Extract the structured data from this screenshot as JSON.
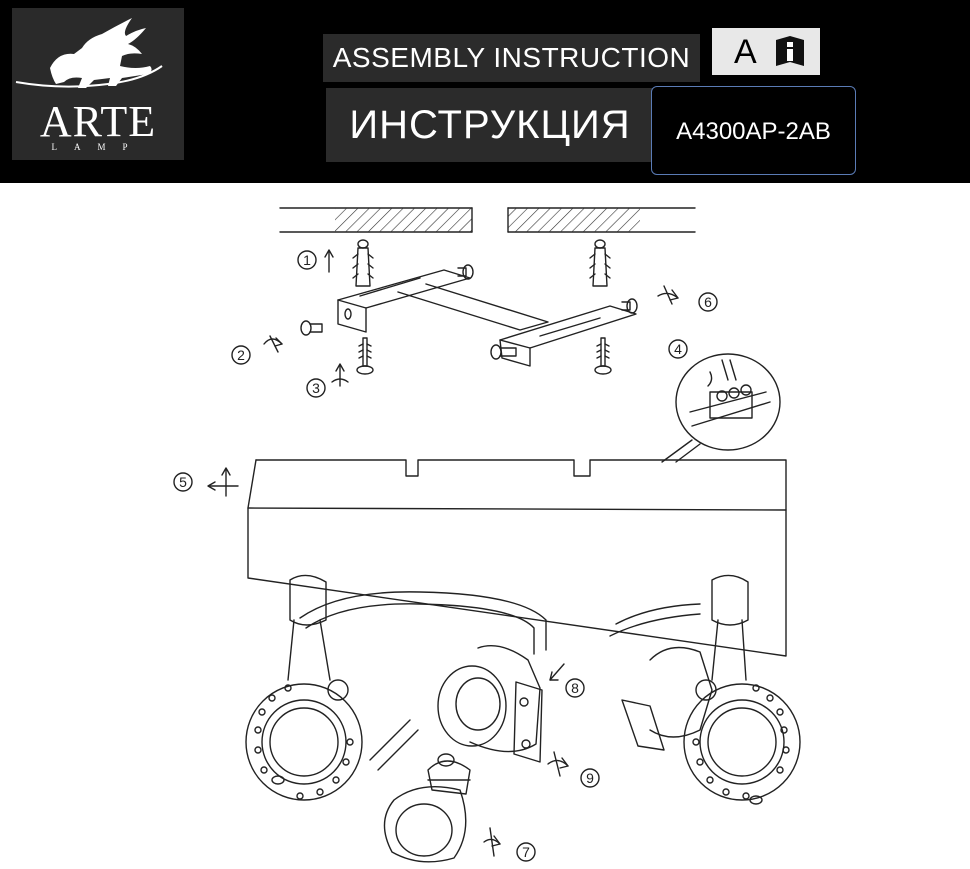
{
  "header": {
    "brand": "ARTE",
    "brand_sub": "LAMP",
    "title_en": "ASSEMBLY INSTRUCTION",
    "title_ru": "ИНСТРУКЦИЯ",
    "language_letter": "A",
    "model_code": "A4300AP-2AB"
  },
  "steps": [
    "1",
    "2",
    "3",
    "4",
    "5",
    "6",
    "7",
    "8",
    "9"
  ]
}
